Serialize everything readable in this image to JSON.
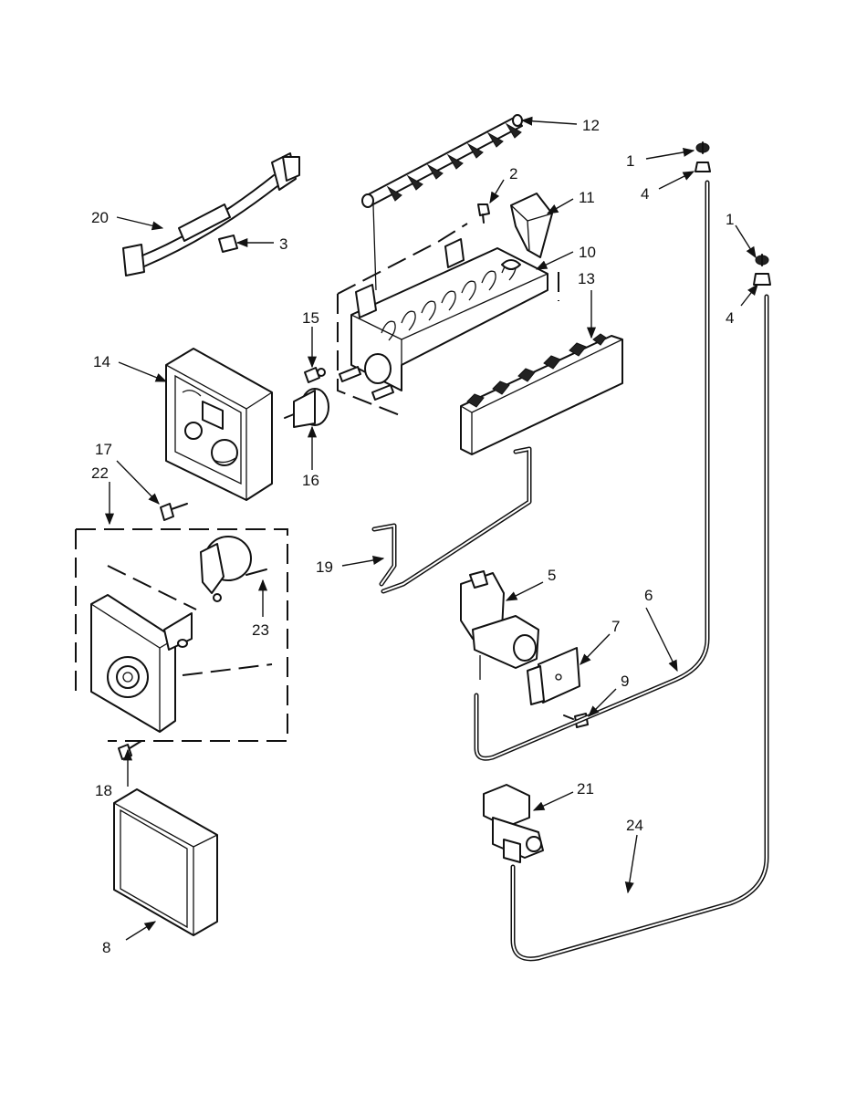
{
  "diagram": {
    "callouts": [
      {
        "id": "c1a",
        "text": "1"
      },
      {
        "id": "c1b",
        "text": "1"
      },
      {
        "id": "c2",
        "text": "2"
      },
      {
        "id": "c3",
        "text": "3"
      },
      {
        "id": "c4a",
        "text": "4"
      },
      {
        "id": "c4b",
        "text": "4"
      },
      {
        "id": "c5",
        "text": "5"
      },
      {
        "id": "c6",
        "text": "6"
      },
      {
        "id": "c7",
        "text": "7"
      },
      {
        "id": "c8",
        "text": "8"
      },
      {
        "id": "c9",
        "text": "9"
      },
      {
        "id": "c10",
        "text": "10"
      },
      {
        "id": "c11",
        "text": "11"
      },
      {
        "id": "c12",
        "text": "12"
      },
      {
        "id": "c13",
        "text": "13"
      },
      {
        "id": "c14",
        "text": "14"
      },
      {
        "id": "c15",
        "text": "15"
      },
      {
        "id": "c16",
        "text": "16"
      },
      {
        "id": "c17",
        "text": "17"
      },
      {
        "id": "c18",
        "text": "18"
      },
      {
        "id": "c19",
        "text": "19"
      },
      {
        "id": "c20",
        "text": "20"
      },
      {
        "id": "c21",
        "text": "21"
      },
      {
        "id": "c22",
        "text": "22"
      },
      {
        "id": "c23",
        "text": "23"
      },
      {
        "id": "c24",
        "text": "24"
      }
    ]
  }
}
